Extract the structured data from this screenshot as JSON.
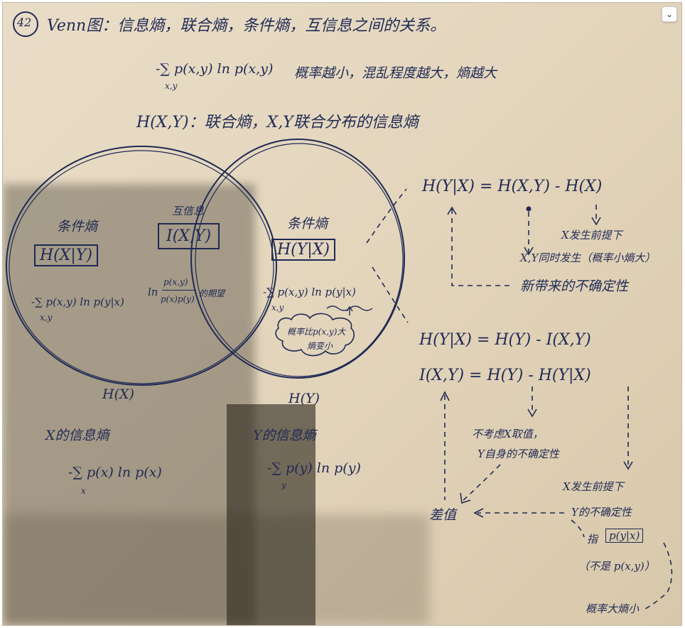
{
  "note": {
    "page_number": "42",
    "title": "Venn图：信息熵，联合熵，条件熵，互信息之间的关系。",
    "joint_formula": "-∑ p(x,y) ln p(x,y)",
    "joint_formula_sub": "x,y",
    "joint_comment": "概率越小，混乱程度越大，熵越大",
    "joint_def": "H(X,Y)：联合熵，X,Y联合分布的信息熵",
    "venn": {
      "left_title": "条件熵",
      "left_box": "H(X|Y)",
      "left_formula": "-∑ p(x,y) ln p(y|x)",
      "left_formula_sub": "x,y",
      "middle_title": "互信息",
      "middle_box": "I(X,Y)",
      "middle_formula_ln": "ln",
      "middle_formula_num": "p(x,y)",
      "middle_formula_den": "p(x)p(y)",
      "middle_formula_tail": "的期望",
      "right_title": "条件熵",
      "right_box": "H(Y|X)",
      "right_formula": "-∑ p(x,y) ln p(y|x)",
      "right_formula_sub": "x,y",
      "right_cloud": "概率比p(x,y)大",
      "right_cloud_2": "熵变小",
      "label_hx": "H(X)",
      "label_hy": "H(Y)"
    },
    "below_left": {
      "title": "X的信息熵",
      "formula": "-∑ p(x) ln p(x)",
      "sub": "x"
    },
    "below_right": {
      "title": "Y的信息熵",
      "formula": "-∑ p(y) ln p(y)",
      "sub": "y"
    },
    "right_panel": {
      "eq1": "H(Y|X) = H(X,Y) - H(X)",
      "eq1_note_x": "X发生前提下",
      "eq1_note_xy": "X,Y同时发生（概率小熵大）",
      "eq1_note_new": "新带来的不确定性",
      "eq2": "H(Y|X) = H(Y) - I(X,Y)",
      "eq3": "I(X,Y) = H(Y) - H(Y|X)",
      "eq3_note_hy_1": "不考虑X取值，",
      "eq3_note_hy_2": "Y自身的不确定性",
      "eq3_note_cond": "X发生前提下",
      "eq3_diff": "差值",
      "eq3_note_y": "Y的不确定性",
      "eq3_zhi": "指",
      "eq3_zhi_box": "p(y|x)",
      "eq3_paren": "（不是 p(x,y)）",
      "bottom_note": "概率大熵小"
    }
  },
  "ui": {
    "collapse_icon": "chevron-down-icon",
    "collapse_glyph": "⌄"
  },
  "colors": {
    "paper": "#e6d9c1",
    "ink": "#1f2a55",
    "shadow": "#3c372d"
  }
}
